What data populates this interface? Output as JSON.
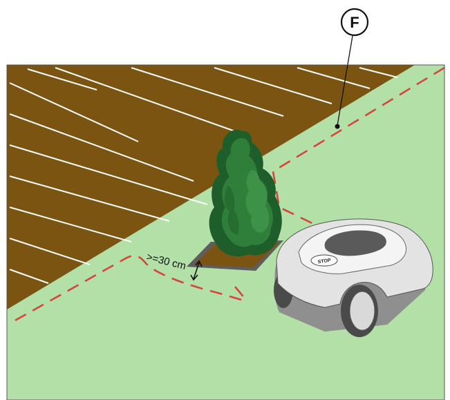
{
  "callout": {
    "letter": "F"
  },
  "distance_label": ">=30 cm",
  "robot": {
    "stop_label": "STOP"
  },
  "colors": {
    "lawn": "#b3e0a6",
    "deck": "#7a5410",
    "deck_lines": "#ffffff",
    "boundary_wire": "#d6453d",
    "shrub_dark": "#1e5e2a",
    "shrub": "#2f7f3a",
    "shrub_light": "#3d9247",
    "mower_body": "#e3e3e3",
    "mower_shadow": "#8f8f8f",
    "wheel": "#4a4a4a",
    "frame_border": "#555555"
  }
}
